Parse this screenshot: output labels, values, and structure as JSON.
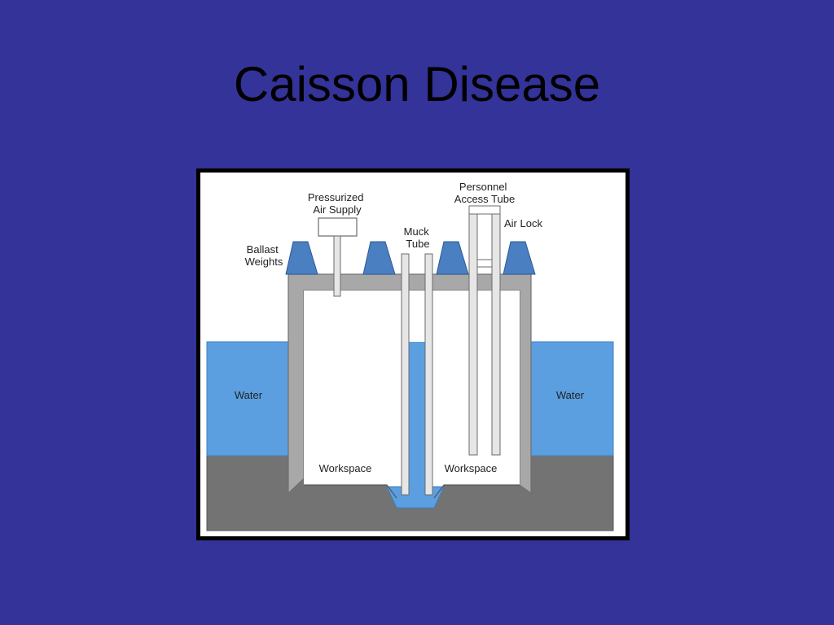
{
  "slide": {
    "title": "Caisson Disease"
  },
  "diagram": {
    "labels": {
      "pressurized_air_supply": [
        "Pressurized",
        "Air Supply"
      ],
      "personnel_access_tube": [
        "Personnel",
        "Access Tube"
      ],
      "air_lock": "Air Lock",
      "muck_tube": [
        "Muck",
        "Tube"
      ],
      "ballast_weights": [
        "Ballast",
        "Weights"
      ],
      "water_left": "Water",
      "water_right": "Water",
      "workspace_left": "Workspace",
      "workspace_right": "Workspace"
    },
    "colors": {
      "background": "#333399",
      "water": "#5B9FE0",
      "ground": "#737373",
      "caisson_wall": "#A8A8A8",
      "ballast": "#4A7FC1",
      "tube": "#E6E6E6"
    }
  }
}
